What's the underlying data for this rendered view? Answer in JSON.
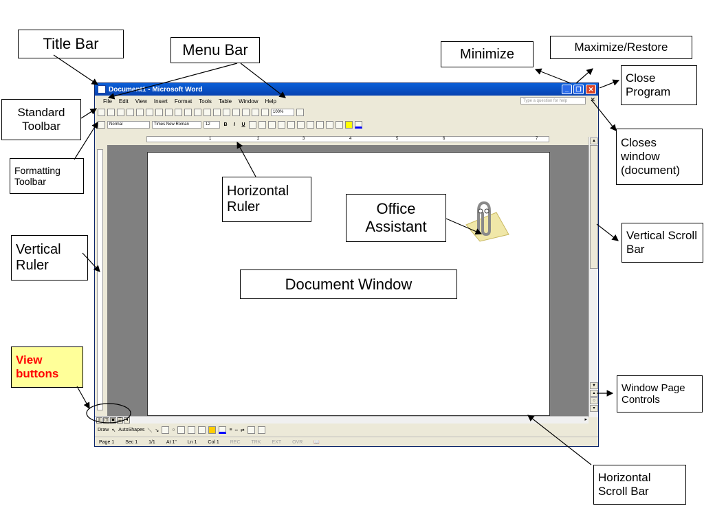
{
  "window": {
    "title": "Document1 - Microsoft Word",
    "menu": [
      "File",
      "Edit",
      "View",
      "Insert",
      "Format",
      "Tools",
      "Table",
      "Window",
      "Help"
    ],
    "help_placeholder": "Type a question for help",
    "zoom": "100%",
    "style": "Normal",
    "font": "Times New Roman",
    "size": "12",
    "ruler_marks": [
      "1",
      "2",
      "3",
      "4",
      "5",
      "6",
      "7"
    ],
    "draw_label": "Draw",
    "autoshapes_label": "AutoShapes",
    "status": [
      "Page 1",
      "Sec 1",
      "1/1",
      "At 1\"",
      "Ln 1",
      "Col 1"
    ],
    "status_dim": [
      "REC",
      "TRK",
      "EXT",
      "OVR"
    ]
  },
  "callouts": {
    "title_bar": "Title Bar",
    "menu_bar": "Menu Bar",
    "minimize": "Minimize",
    "maximize_restore": "Maximize/Restore",
    "close_program": "Close Program",
    "standard_toolbar": "Standard Toolbar",
    "formatting_toolbar": "Formatting Toolbar",
    "closes_window": "Closes window (document)",
    "horizontal_ruler": "Horizontal Ruler",
    "office_assistant": "Office Assistant",
    "vertical_scroll_bar": "Vertical Scroll Bar",
    "vertical_ruler": "Vertical Ruler",
    "document_window": "Document Window",
    "view_buttons": "View buttons",
    "window_page_controls": "Window Page Controls",
    "horizontal_scroll_bar": "Horizontal Scroll Bar"
  },
  "colors": {
    "view_buttons_bg": "#ffff99",
    "view_buttons_text": "#ff0000",
    "title_blue": "#0a5fd8",
    "close_red": "#d9462a"
  }
}
